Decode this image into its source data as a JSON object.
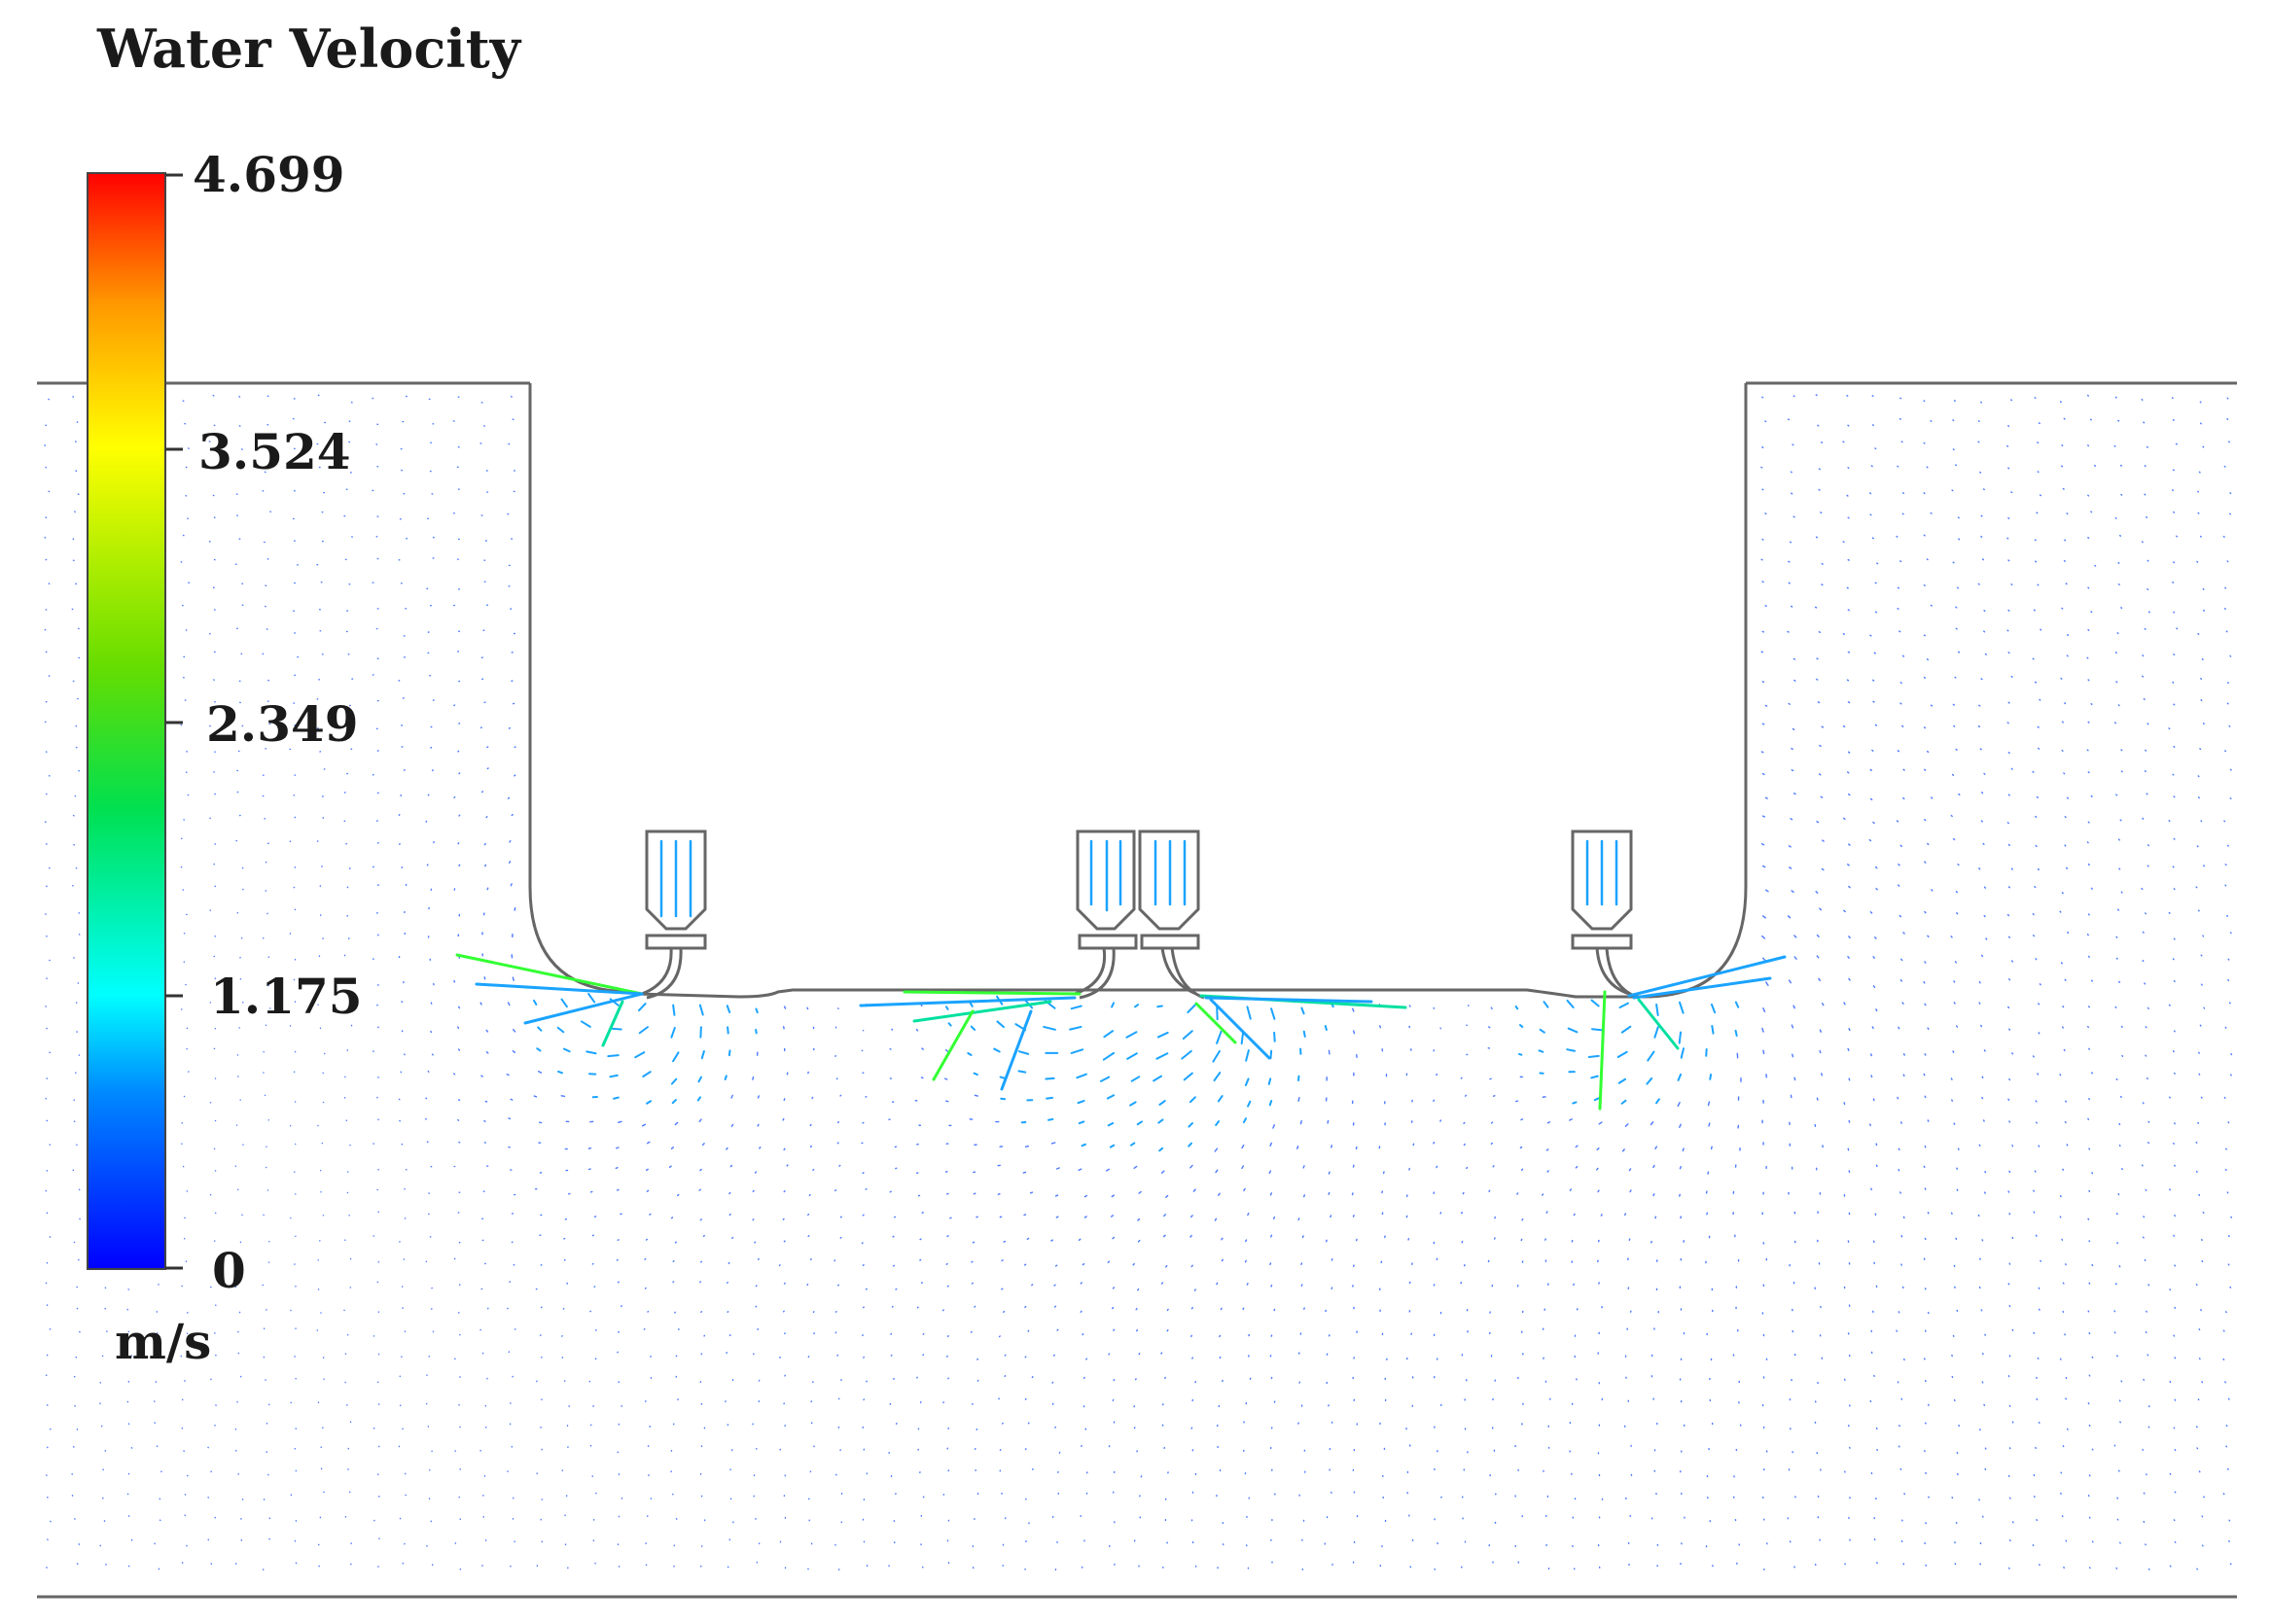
{
  "legend": {
    "title": "Water Velocity",
    "units": "m/s",
    "ticks": [
      "4.699",
      "3.524",
      "2.349",
      "1.175",
      "0"
    ],
    "max": 4.699,
    "colormap": [
      "#0000ff",
      "#00aaff",
      "#00ffee",
      "#00dd33",
      "#bbff00",
      "#ffff00",
      "#ffaa00",
      "#ff0000"
    ]
  },
  "colors": {
    "outline": "#666666",
    "arrow_low": "#4d79ff",
    "arrow_mid": "#1aa3ff",
    "arrow_high": "#00e0a0",
    "arrow_peak": "#33ff33"
  }
}
